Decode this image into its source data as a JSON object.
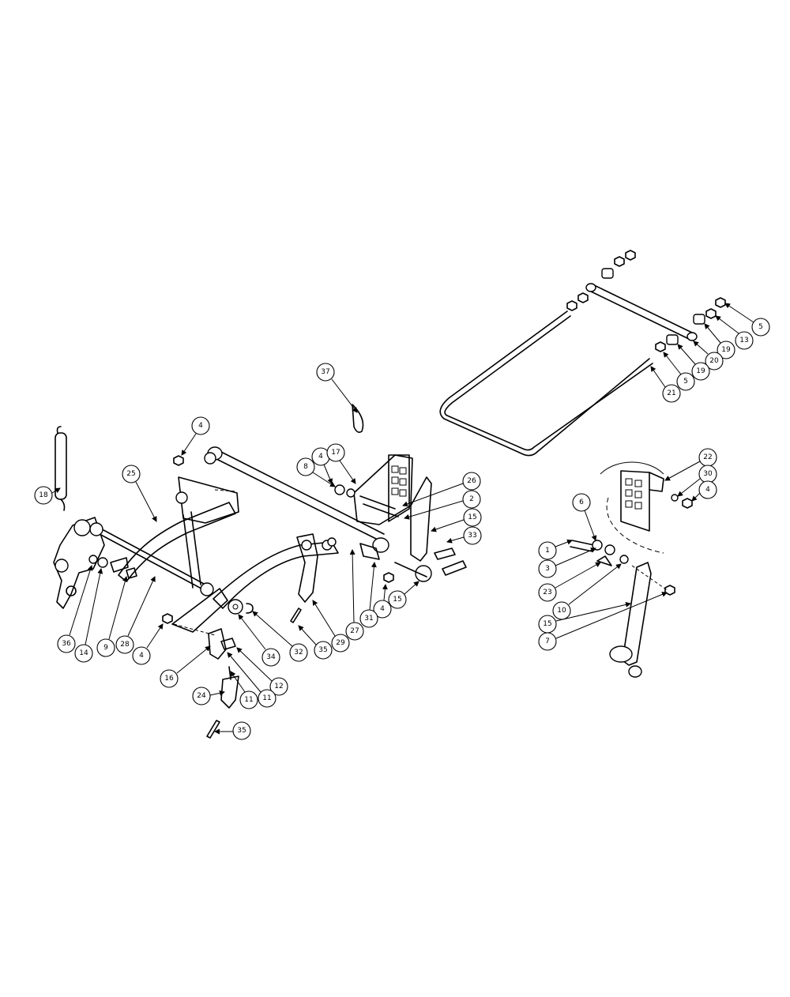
{
  "callouts": {
    "c37": "37",
    "c4a": "4",
    "c25": "25",
    "c18": "18",
    "c8": "8",
    "c4b": "4",
    "c17": "17",
    "c26": "26",
    "c2": "2",
    "c15a": "15",
    "c33": "33",
    "c15b": "15",
    "c4c": "4",
    "c31": "31",
    "c27": "27",
    "c29": "29",
    "c35a": "35",
    "c32": "32",
    "c34": "34",
    "c4d": "4",
    "c28": "28",
    "c9": "9",
    "c14": "14",
    "c36": "36",
    "c16": "16",
    "c12": "12",
    "c11a": "11",
    "c11b": "11",
    "c24": "24",
    "c35b": "35",
    "c5a": "5",
    "c13": "13",
    "c19a": "19",
    "c20": "20",
    "c19b": "19",
    "c5b": "5",
    "c21": "21",
    "c22": "22",
    "c30": "30",
    "c4e": "4",
    "c6": "6",
    "c1": "1",
    "c3": "3",
    "c23": "23",
    "c10": "10",
    "c15c": "15",
    "c7": "7"
  }
}
